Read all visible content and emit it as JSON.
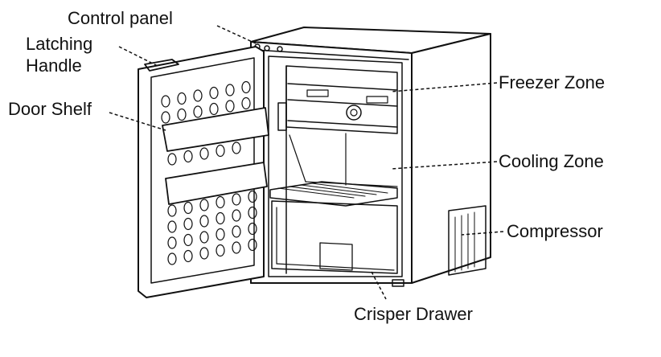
{
  "labels": {
    "control_panel": "Control panel",
    "latching_handle_line1": "Latching",
    "latching_handle_line2": "Handle",
    "door_shelf": "Door Shelf",
    "freezer_zone": "Freezer Zone",
    "cooling_zone": "Cooling Zone",
    "compressor": "Compressor",
    "crisper_drawer": "Crisper Drawer"
  },
  "colors": {
    "line": "#111111",
    "background": "#ffffff"
  }
}
